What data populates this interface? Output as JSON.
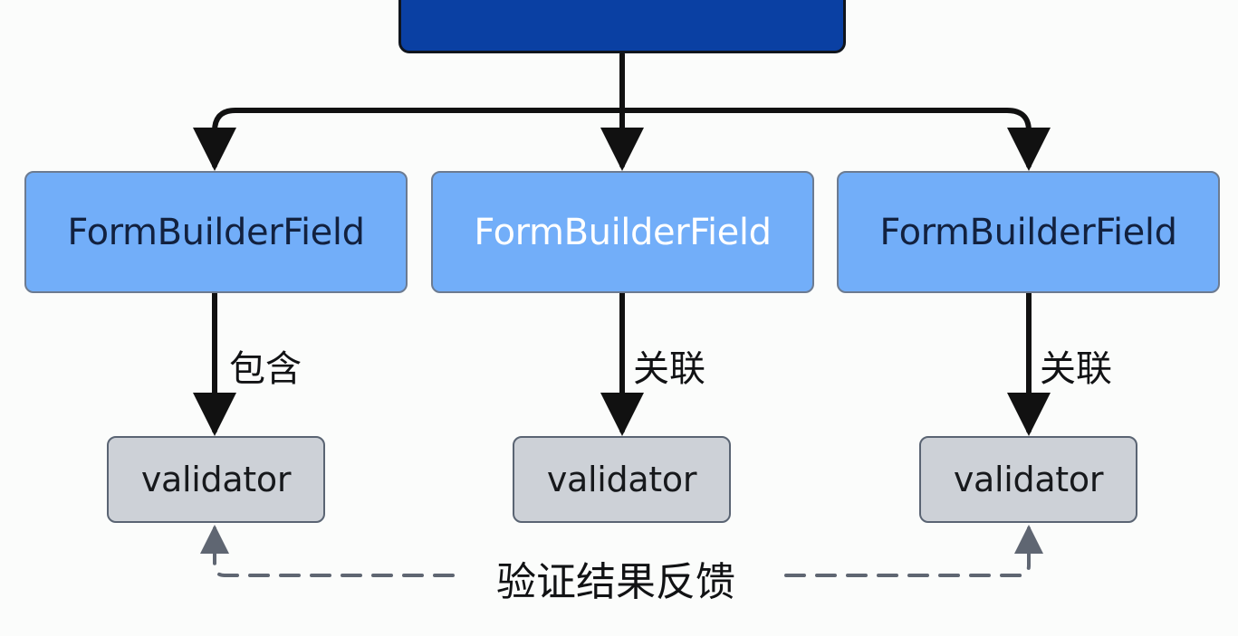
{
  "diagram": {
    "root": {
      "label": ""
    },
    "fields": [
      {
        "label": "FormBuilderField",
        "relation": "包含"
      },
      {
        "label": "FormBuilderField",
        "relation": "关联"
      },
      {
        "label": "FormBuilderField",
        "relation": "关联"
      }
    ],
    "validators": [
      {
        "label": "validator"
      },
      {
        "label": "validator"
      },
      {
        "label": "validator"
      }
    ],
    "feedback": {
      "label": "验证结果反馈"
    }
  },
  "colors": {
    "root_fill": "#0a40a3",
    "field_fill": "#72aef9",
    "validator_fill": "#cdd1d7",
    "connector": "#111111",
    "feedback_connector": "#5f6672"
  }
}
